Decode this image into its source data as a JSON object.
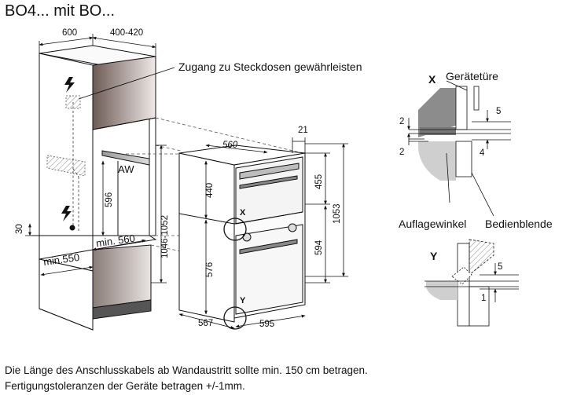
{
  "title": "BO4... mit BO...",
  "callout": "Zugang zu Steckdosen gewährleisten",
  "labels": {
    "aw": "AW",
    "min_560": "min. 560",
    "min_550": "min.550",
    "x": "X",
    "y": "Y",
    "geraetetuere": "Gerätetüre",
    "auflagewinkel": "Auflagewinkel",
    "bedienblende": "Bedienblende"
  },
  "dimensions": {
    "width_600": "600",
    "depth_400_420": "400-420",
    "height_596": "596",
    "height_30": "30",
    "niche_1046_1052": "1046-1052",
    "width_560": "560",
    "offset_21": "21",
    "h_440": "440",
    "h_455": "455",
    "h_1053": "1053",
    "h_576": "576",
    "h_594": "594",
    "d_567": "567",
    "d_595": "595",
    "detail_2a": "2",
    "detail_2b": "2",
    "detail_5a": "5",
    "detail_4": "4",
    "detail_5b": "5",
    "detail_1": "1"
  },
  "notes": [
    "Die Länge des Anschlusskabels ab Wandaustritt sollte min. 150 cm betragen.",
    "Fertigungstoleranzen der Geräte betragen +/-1mm."
  ]
}
